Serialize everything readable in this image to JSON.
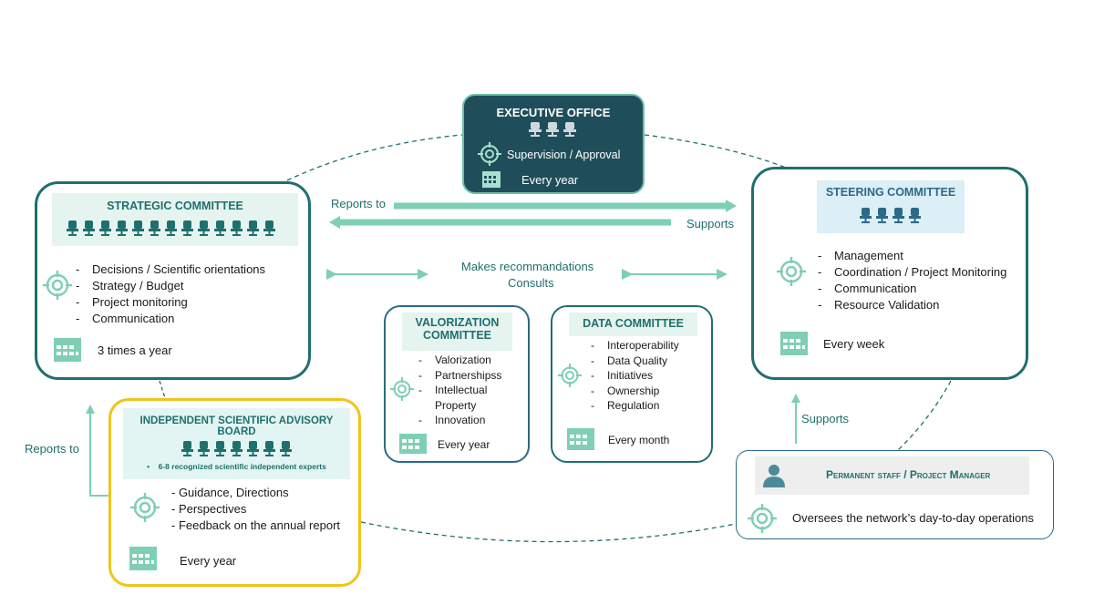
{
  "colors": {
    "teal": "#1f6f6d",
    "mint": "#7ecfb5",
    "dark": "#1f4e5a",
    "yellow": "#f0c419",
    "blue": "#2b6a88"
  },
  "executive": {
    "title": "EXECUTIVE OFFICE",
    "role": "Supervision / Approval",
    "frequency": "Every year"
  },
  "strategic": {
    "title": "STRATEGIC COMMITTEE",
    "items": [
      "Decisions / Scientific orientations",
      "Strategy / Budget",
      "Project monitoring",
      "Communication"
    ],
    "frequency": "3 times a year"
  },
  "steering": {
    "title": "STEERING COMMITTEE",
    "items": [
      "Management",
      "Coordination / Project Monitoring",
      "Communication",
      "Resource Validation"
    ],
    "frequency": "Every week"
  },
  "advisory": {
    "title_line1": "INDEPENDENT SCIENTIFIC ADVISORY",
    "title_line2": "BOARD",
    "note": "6-8 recognized scientific independent experts",
    "items": [
      "- Guidance, Directions",
      "- Perspectives",
      "- Feedback on the annual report"
    ],
    "frequency": "Every year"
  },
  "valorization": {
    "title_line1": "VALORIZATION",
    "title_line2": "COMMITTEE",
    "items": [
      "Valorization",
      "Partnershipss",
      "Intellectual Property",
      "Innovation"
    ],
    "frequency": "Every year"
  },
  "data_committee": {
    "title": "DATA COMMITTEE",
    "items": [
      "Interoperability",
      "Data Quality",
      "Initiatives",
      "Ownership",
      "Regulation"
    ],
    "frequency": "Every month"
  },
  "permanent": {
    "title_a": "Permanent staff",
    "title_sep": " / ",
    "title_b": "Project Manager",
    "role": "Oversees the network’s day-to-day operations"
  },
  "labels": {
    "reports_to_top": "Reports to",
    "supports_top": "Supports",
    "makes_recommandations": "Makes recommandations",
    "consults": "Consults",
    "reports_to_left": "Reports to",
    "supports_right": "Supports"
  },
  "icons": [
    "chair-icon",
    "target-icon",
    "calendar-icon",
    "person-icon"
  ]
}
